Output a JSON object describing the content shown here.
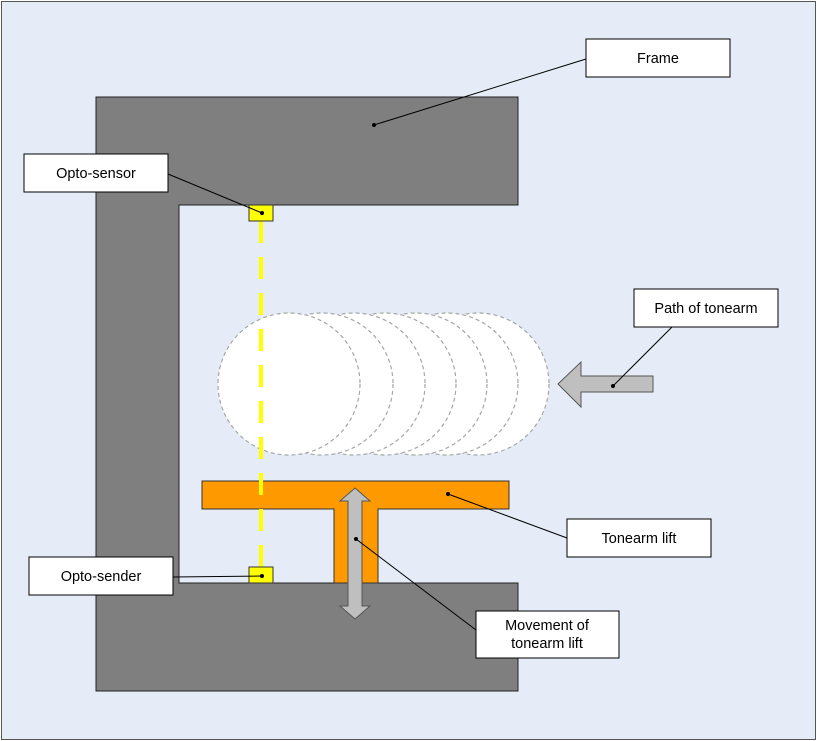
{
  "colors": {
    "background": "#e6ecf7",
    "frame": "#7f7f7f",
    "tonearm_lift": "#ff9900",
    "opto": "#ffff00",
    "beam": "#ffff00",
    "arrow": "#bfbfbf",
    "label_bg": "#ffffff",
    "outline": "#000000"
  },
  "labels": {
    "frame": "Frame",
    "opto_sensor": "Opto-sensor",
    "path_of_tonearm": "Path of tonearm",
    "tonearm_lift": "Tonearm lift",
    "opto_sender": "Opto-sender",
    "movement_line1": "Movement of",
    "movement_line2": "tonearm lift"
  }
}
